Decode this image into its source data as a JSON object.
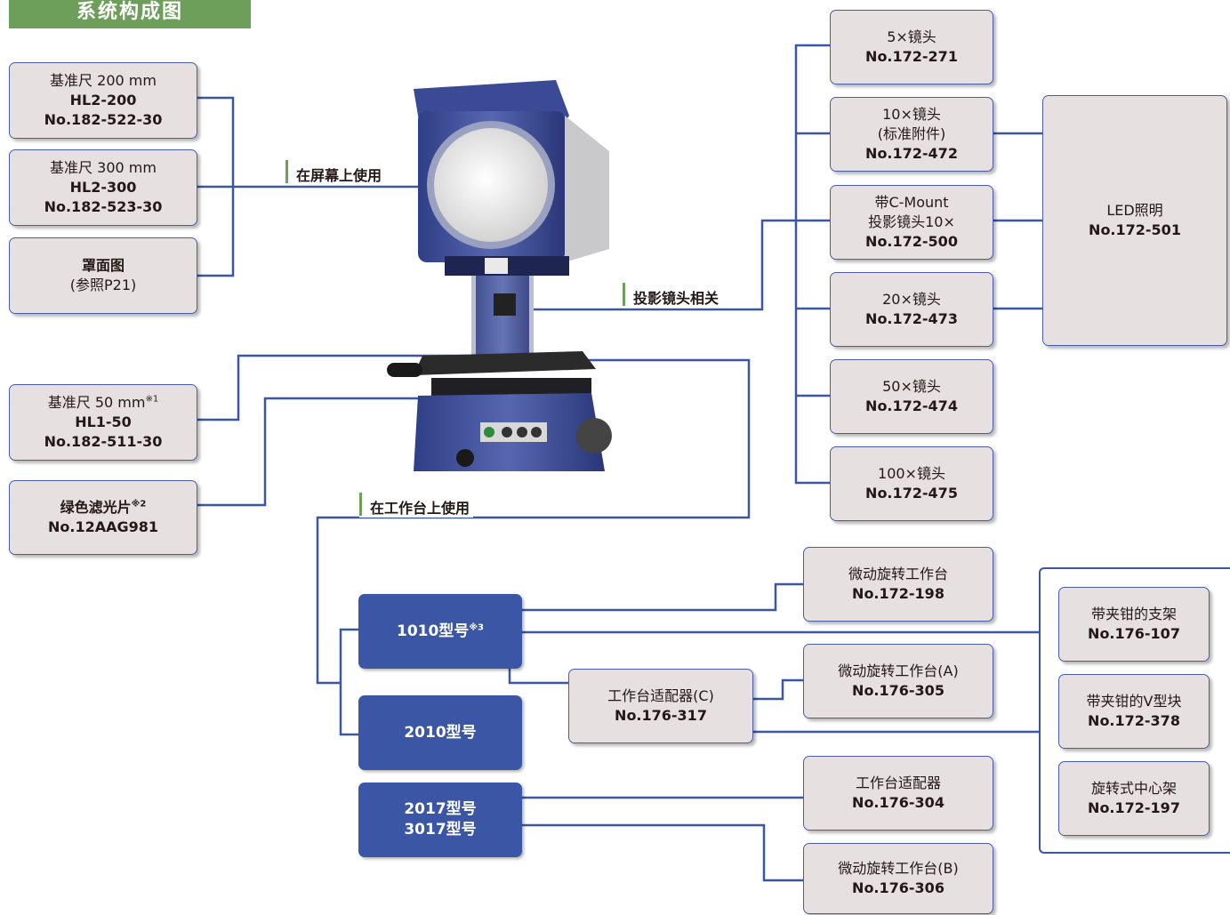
{
  "title": "系统构成图",
  "labels": {
    "screen_use": "在屏幕上使用",
    "lens_related": "投影镜头相关",
    "stage_use": "在工作台上使用"
  },
  "left_boxes": {
    "scale200": {
      "l1": "基准尺 200 mm",
      "l2": "HL2-200",
      "l3": "No.182-522-30"
    },
    "scale300": {
      "l1": "基准尺 300 mm",
      "l2": "HL2-300",
      "l3": "No.182-523-30"
    },
    "chart": {
      "l1": "罩面图",
      "l2": "(参照P21)"
    },
    "scale50": {
      "l1": "基准尺 50 mm",
      "sup": "※1",
      "l2": "HL1-50",
      "l3": "No.182-511-30"
    },
    "filter": {
      "l1": "绿色滤光片",
      "sup": "※2",
      "l2": "No.12AAG981"
    }
  },
  "lenses": [
    {
      "l1": "5×镜头",
      "l2": "No.172-271"
    },
    {
      "l1": "10×镜头",
      "l1b": "(标准附件)",
      "l2": "No.172-472"
    },
    {
      "l1": "带C-Mount",
      "l1b": "投影镜头10×",
      "l2": "No.172-500"
    },
    {
      "l1": "20×镜头",
      "l2": "No.172-473"
    },
    {
      "l1": "50×镜头",
      "l2": "No.172-474"
    },
    {
      "l1": "100×镜头",
      "l2": "No.172-475"
    }
  ],
  "led": {
    "l1": "LED照明",
    "l2": "No.172-501"
  },
  "models": {
    "m1010": "1010型号",
    "m1010_sup": "※3",
    "m2010": "2010型号",
    "m2017": "2017型号",
    "m3017": "3017型号"
  },
  "stage_boxes": {
    "rot_table": {
      "l1": "微动旋转工作台",
      "l2": "No.172-198"
    },
    "adapter_c": {
      "l1": "工作台适配器(C)",
      "l2": "No.176-317"
    },
    "rot_table_a": {
      "l1": "微动旋转工作台(A)",
      "l2": "No.176-305"
    },
    "adapter": {
      "l1": "工作台适配器",
      "l2": "No.176-304"
    },
    "rot_table_b": {
      "l1": "微动旋转工作台(B)",
      "l2": "No.176-306"
    }
  },
  "holders": [
    {
      "l1": "带夹钳的支架",
      "l2": "No.176-107"
    },
    {
      "l1": "带夹钳的V型块",
      "l2": "No.172-378"
    },
    {
      "l1": "旋转式中心架",
      "l2": "No.172-197"
    }
  ],
  "colors": {
    "line": "#3a56a4",
    "box_fill": "#e6e1e0",
    "banner": "#6d9e5a",
    "model_fill": "#3a56a4"
  }
}
